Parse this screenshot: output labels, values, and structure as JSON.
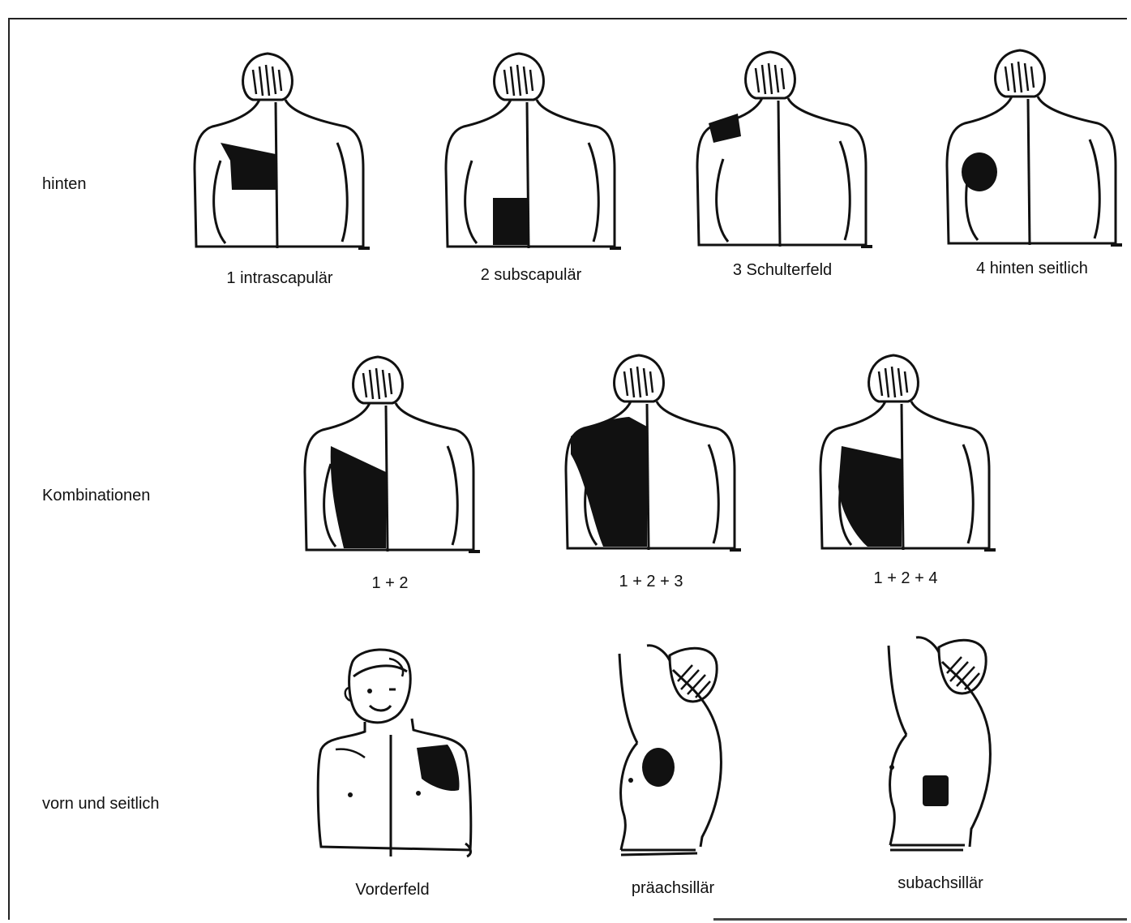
{
  "rows": {
    "hinten": "hinten",
    "kombinationen": "Kombinationen",
    "vorn": "vorn und seitlich"
  },
  "captions": {
    "intrascapular": "1 intrascapulär",
    "subscapular": "2 subscapulär",
    "schulterfeld": "3 Schulterfeld",
    "hinten_seitlich": "4 hinten seitlich",
    "combo_12": "1 + 2",
    "combo_123": "1 + 2 + 3",
    "combo_124": "1 + 2 + 4",
    "vorderfeld": "Vorderfeld",
    "praeachsillar": "präachsillär",
    "subachsillar": "subachsillär"
  }
}
